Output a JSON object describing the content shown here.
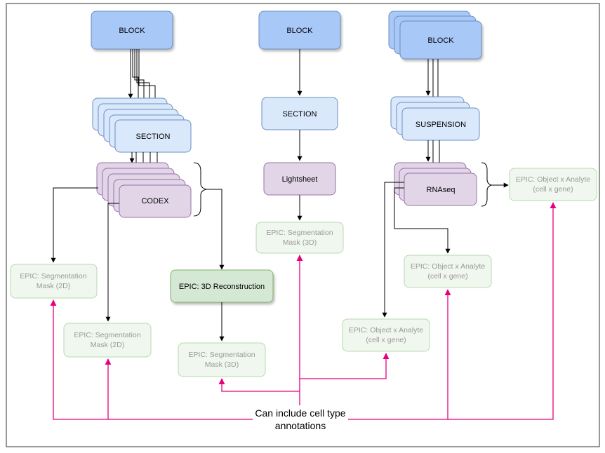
{
  "blocks": {
    "left": "BLOCK",
    "middle": "BLOCK",
    "right": "BLOCK"
  },
  "sections": {
    "left": "SECTION",
    "middle": "SECTION"
  },
  "suspension": "SUSPENSION",
  "assays": {
    "codex": "CODEX",
    "lightsheet": "Lightsheet",
    "rnaseq": "RNAseq"
  },
  "epics": {
    "seg2d_a": [
      "EPIC: Segmentation",
      "Mask (2D)"
    ],
    "seg2d_b": [
      "EPIC: Segmentation",
      "Mask (2D)"
    ],
    "recon3d": [
      "EPIC: 3D Reconstruction"
    ],
    "seg3d_bottom": [
      "EPIC: Segmentation",
      "Mask (3D)"
    ],
    "seg3d_lightsheet": [
      "EPIC: Segmentation",
      "Mask (3D)"
    ],
    "oxa_bottom": [
      "EPIC: Object x Analyte",
      "(cell x gene)"
    ],
    "oxa_mid": [
      "EPIC: Object x Analyte",
      "(cell x gene)"
    ],
    "oxa_top": [
      "EPIC: Object x Analyte",
      "(cell x gene)"
    ]
  },
  "annotation_note": [
    "Can include cell type",
    "annotations"
  ],
  "colors": {
    "block_fill": "#a8c8f8",
    "block_stroke": "#6c8ebf",
    "section_fill": "#dae8fc",
    "assay_fill": "#e1d5e7",
    "assay_stroke": "#9673a6",
    "epic_fill": "#f0f7ee",
    "epic_stroke": "#b9d8b0",
    "recon_fill": "#d5e8d4",
    "recon_stroke": "#82b366",
    "annotation_arrow": "#e6007e"
  }
}
